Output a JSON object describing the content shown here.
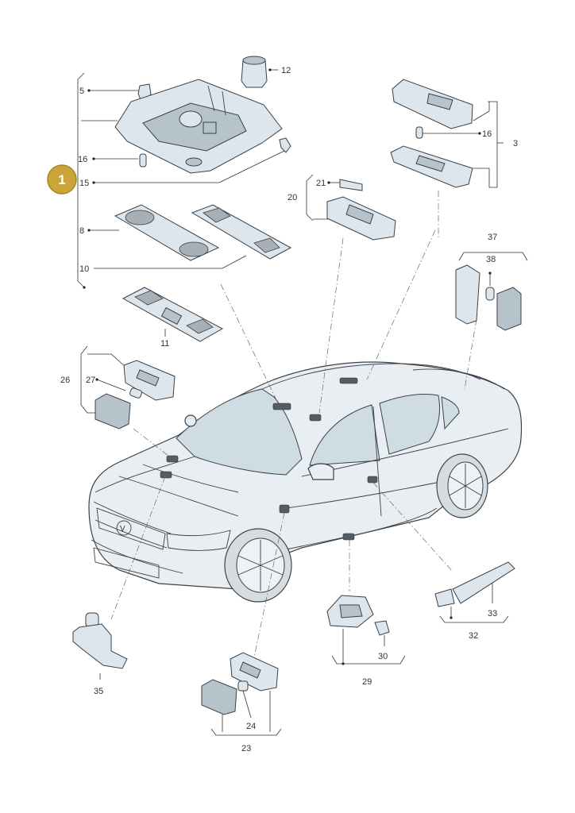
{
  "diagram": {
    "badge": {
      "label": "1",
      "color": "#c9a53a"
    },
    "callouts": {
      "c3": "3",
      "c5": "5",
      "c8": "8",
      "c10": "10",
      "c11": "11",
      "c12": "12",
      "c15": "15",
      "c16a": "16",
      "c16b": "16",
      "c20": "20",
      "c21": "21",
      "c23": "23",
      "c24": "24",
      "c26": "26",
      "c27": "27",
      "c29": "29",
      "c30": "30",
      "c32": "32",
      "c33": "33",
      "c35": "35",
      "c37": "37",
      "c38": "38"
    },
    "colors": {
      "part_fill": "#dde6ec",
      "car_fill": "#e8eef2",
      "glass": "#cfdce4"
    }
  }
}
